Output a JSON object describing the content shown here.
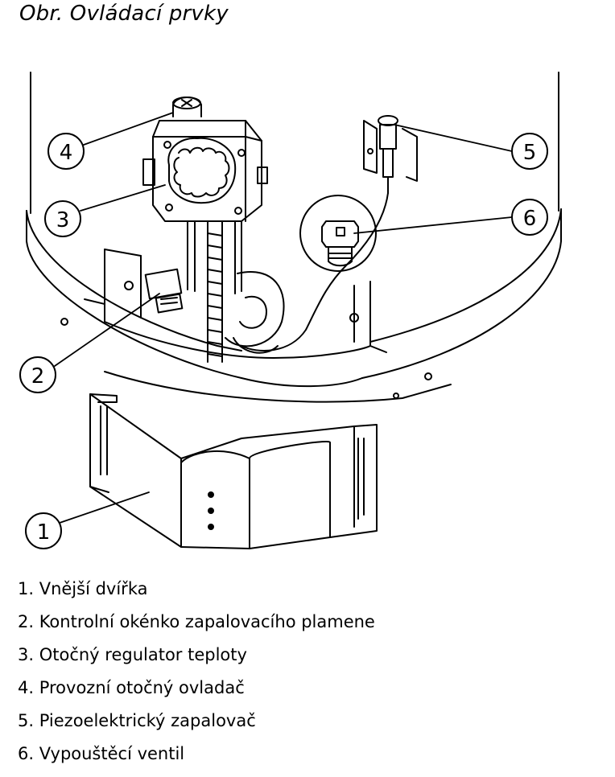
{
  "caption": "Obr. Ovládací prvky",
  "callouts": [
    {
      "number": "1"
    },
    {
      "number": "2"
    },
    {
      "number": "3"
    },
    {
      "number": "4"
    },
    {
      "number": "5"
    },
    {
      "number": "6"
    }
  ],
  "legend": [
    "1. Vnější dvířka",
    "2. Kontrolní okénko zapalovacího plamene",
    "3. Otočný regulator teploty",
    "4. Provozní otočný ovladač",
    "5. Piezoelektrický zapalovač",
    "6. Vypouštěcí ventil"
  ]
}
